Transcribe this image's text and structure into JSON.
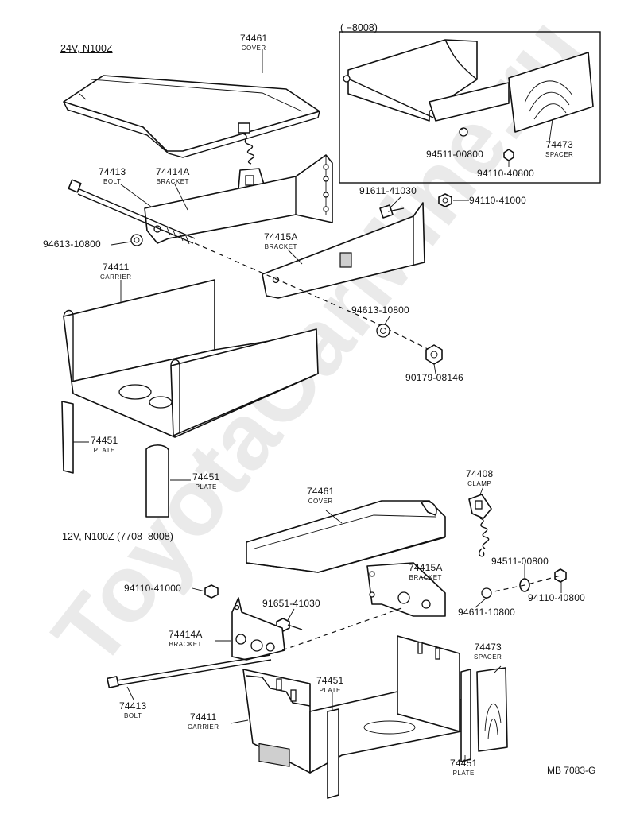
{
  "watermark": "ToyotaCarMine.ru",
  "diagram_code": "MB 7083-G",
  "headers": {
    "top": "24V, N100Z",
    "bottom": "12V, N100Z (7708–8008)",
    "inset": "(       −8008)"
  },
  "parts": {
    "p74461_top": {
      "num": "74461",
      "name": "COVER"
    },
    "p74413_top": {
      "num": "74413",
      "name": "BOLT"
    },
    "p74414A_top": {
      "num": "74414A",
      "name": "BRACKET"
    },
    "p94613_a": {
      "num": "94613-10800"
    },
    "p91611": {
      "num": "91611-41030"
    },
    "p94110_41000_top": {
      "num": "94110-41000"
    },
    "p74415A_top": {
      "num": "74415A",
      "name": "BRACKET"
    },
    "p74411_top": {
      "num": "74411",
      "name": "CARRIER"
    },
    "p94613_b": {
      "num": "94613-10800"
    },
    "p90179": {
      "num": "90179-08146"
    },
    "p74451_a": {
      "num": "74451",
      "name": "PLATE"
    },
    "p74451_b": {
      "num": "74451",
      "name": "PLATE"
    },
    "p94511_inset": {
      "num": "94511-00800"
    },
    "p94110_40800_inset": {
      "num": "94110-40800"
    },
    "p74473_inset": {
      "num": "74473",
      "name": "SPACER"
    },
    "p74461_bot": {
      "num": "74461",
      "name": "COVER"
    },
    "p74408": {
      "num": "74408",
      "name": "CLAMP"
    },
    "p94511_bot": {
      "num": "94511-00800"
    },
    "p74415A_bot": {
      "num": "74415A",
      "name": "BRACKET"
    },
    "p94110_41000_bot": {
      "num": "94110-41000"
    },
    "p91651": {
      "num": "91651-41030"
    },
    "p94110_40800_bot": {
      "num": "94110-40800"
    },
    "p94611": {
      "num": "94611-10800"
    },
    "p74414A_bot": {
      "num": "74414A",
      "name": "BRACKET"
    },
    "p74473_bot": {
      "num": "74473",
      "name": "SPACER"
    },
    "p74451_c": {
      "num": "74451",
      "name": "PLATE"
    },
    "p74413_bot": {
      "num": "74413",
      "name": "BOLT"
    },
    "p74411_bot": {
      "num": "74411",
      "name": "CARRIER"
    },
    "p74451_d": {
      "num": "74451",
      "name": "PLATE"
    }
  }
}
